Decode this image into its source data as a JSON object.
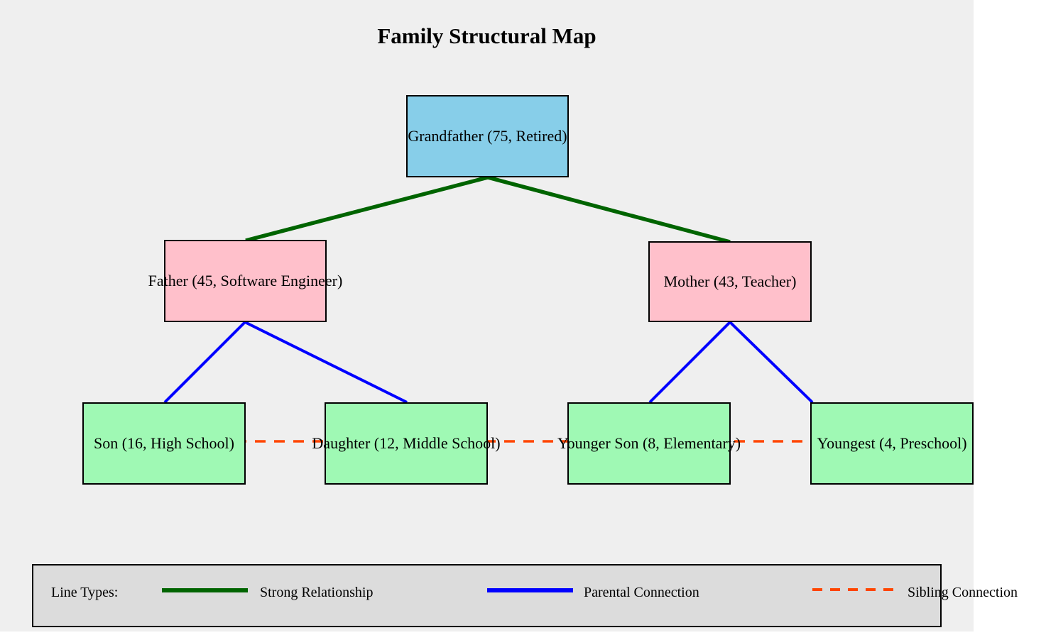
{
  "figure": {
    "title": "Family Structural Map",
    "background_color": "#efefef",
    "canvas_color": "#ffffff"
  },
  "chart_data": {
    "type": "diagram",
    "title": "Family Structural Map",
    "diagram_kind": "family-structural-map",
    "node_fill_colors": {
      "grandparent": "#87cee9",
      "parent": "#ffc0cb",
      "child": "#9ff9b4"
    },
    "edge_colors": {
      "strong_relationship": "#006400",
      "parental_connection": "#0000ff",
      "sibling_connection": "#ff4500"
    },
    "levels": [
      {
        "level": 1,
        "name": "grandparent",
        "nodes": [
          {
            "id": "grandfather",
            "label": "Grandfather (75, Retired)",
            "role": "Grandfather",
            "age": 75,
            "status": "Retired"
          }
        ]
      },
      {
        "level": 2,
        "name": "parents",
        "nodes": [
          {
            "id": "father",
            "label": "Father (45, Software Engineer)",
            "role": "Father",
            "age": 45,
            "status": "Software Engineer"
          },
          {
            "id": "mother",
            "label": "Mother (43, Teacher)",
            "role": "Mother",
            "age": 43,
            "status": "Teacher"
          }
        ]
      },
      {
        "level": 3,
        "name": "children",
        "nodes": [
          {
            "id": "son",
            "label": "Son (16, High School)",
            "role": "Son",
            "age": 16,
            "status": "High School"
          },
          {
            "id": "daughter",
            "label": "Daughter (12, Middle School)",
            "role": "Daughter",
            "age": 12,
            "status": "Middle School"
          },
          {
            "id": "younger_son",
            "label": "Younger Son (8, Elementary)",
            "role": "Younger Son",
            "age": 8,
            "status": "Elementary"
          },
          {
            "id": "youngest",
            "label": "Youngest (4, Preschool)",
            "role": "Youngest",
            "age": 4,
            "status": "Preschool"
          }
        ]
      }
    ],
    "edges": [
      {
        "from": "grandfather",
        "to": "father",
        "type": "strong_relationship"
      },
      {
        "from": "grandfather",
        "to": "mother",
        "type": "strong_relationship"
      },
      {
        "from": "father",
        "to": "son",
        "type": "parental_connection"
      },
      {
        "from": "father",
        "to": "daughter",
        "type": "parental_connection"
      },
      {
        "from": "mother",
        "to": "younger_son",
        "type": "parental_connection"
      },
      {
        "from": "mother",
        "to": "youngest",
        "type": "parental_connection"
      },
      {
        "from": "son",
        "to": "youngest",
        "type": "sibling_connection"
      }
    ]
  },
  "nodes": {
    "grandfather": "Grandfather (75, Retired)",
    "father": "Father (45, Software Engineer)",
    "mother": "Mother (43, Teacher)",
    "son": "Son (16, High School)",
    "daughter": "Daughter (12, Middle School)",
    "younger_son": "Younger Son (8, Elementary)",
    "youngest": "Youngest (4, Preschool)"
  },
  "legend": {
    "heading": "Line Types:",
    "items": [
      {
        "label": "Strong Relationship",
        "color": "#006400",
        "style": "solid"
      },
      {
        "label": "Parental Connection",
        "color": "#0000ff",
        "style": "solid"
      },
      {
        "label": "Sibling Connection",
        "color": "#ff4500",
        "style": "dashed"
      }
    ]
  }
}
